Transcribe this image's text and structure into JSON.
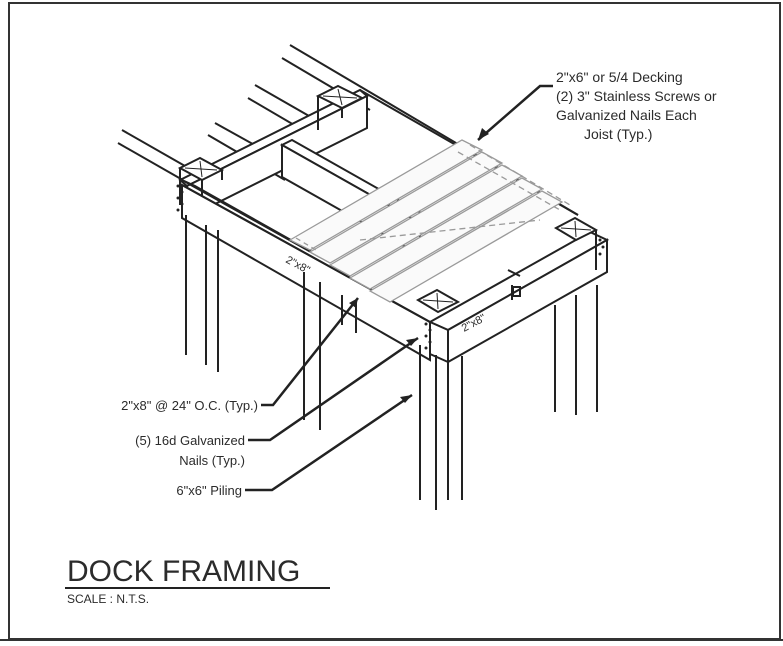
{
  "callouts": {
    "decking_1": "2\"x6\" or 5/4 Decking",
    "decking_2": "(2) 3\" Stainless Screws or",
    "decking_3": "Galvanized Nails Each",
    "decking_4": "Joist (Typ.)",
    "joist": "2\"x8\" @ 24\" O.C. (Typ.)",
    "nails_1": "(5) 16d Galvanized",
    "nails_2": "Nails (Typ.)",
    "piling": "6\"x6\" Piling"
  },
  "member_labels": {
    "front_beam": "2\"x8\"",
    "end_beam": "2\"x8\""
  },
  "title": {
    "main": "DOCK FRAMING",
    "scale": "SCALE :  N.T.S."
  }
}
